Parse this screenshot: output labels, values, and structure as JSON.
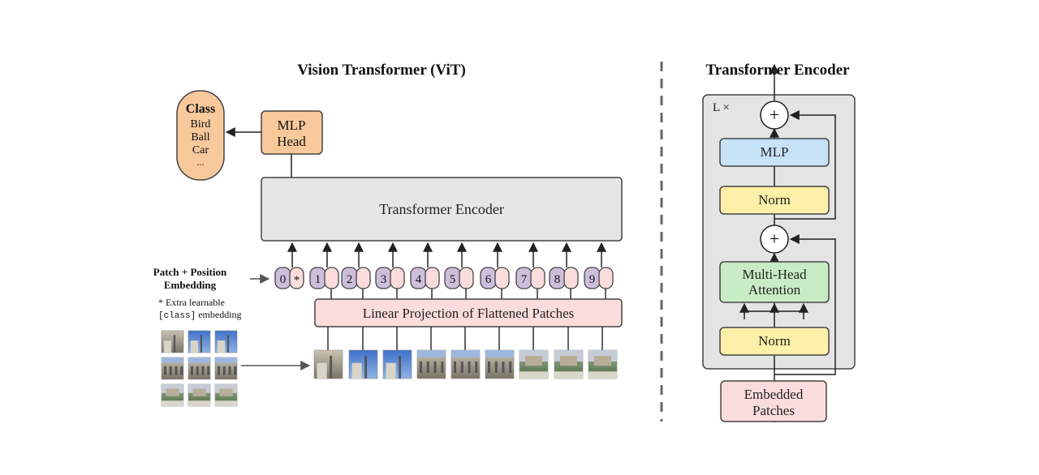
{
  "vit": {
    "title": "Vision Transformer (ViT)",
    "class_box": {
      "title": "Class",
      "items": [
        "Bird",
        "Ball",
        "Car",
        "..."
      ]
    },
    "mlp_head": [
      "MLP",
      "Head"
    ],
    "encoder_label": "Transformer Encoder",
    "patch_position_label": [
      "Patch + Position",
      "Embedding"
    ],
    "extra_note": {
      "line1": "* Extra learnable",
      "code": "[class]",
      "rest": " embedding"
    },
    "tokens": [
      "0",
      "1",
      "2",
      "3",
      "4",
      "5",
      "6",
      "7",
      "8",
      "9"
    ],
    "class_token_marker": "*",
    "projection_label": "Linear Projection of Flattened Patches"
  },
  "encoder_detail": {
    "title": "Transformer Encoder",
    "repeat_label": "L ×",
    "mlp": "MLP",
    "norm_top": "Norm",
    "attention": [
      "Multi-Head",
      "Attention"
    ],
    "norm_bottom": "Norm",
    "embedded": [
      "Embedded",
      "Patches"
    ],
    "add_symbol": "+"
  },
  "colors": {
    "class_box": "#f8c99b",
    "mlp_head": "#f8c99b",
    "encoder_box": "#e6e6e6",
    "projection": "#fadcdc",
    "token_id": "#cdbfdc",
    "token_pos": "#fadcdc",
    "mlp_block": "#c7e3f6",
    "norm_block": "#fdf0a8",
    "attention_block": "#c8ecc4",
    "embedded_block": "#fadcdc",
    "encoder_panel": "#e4e4e4"
  },
  "icons": [
    "arrow-icon",
    "plus-circle-icon",
    "image-patch-icon"
  ]
}
